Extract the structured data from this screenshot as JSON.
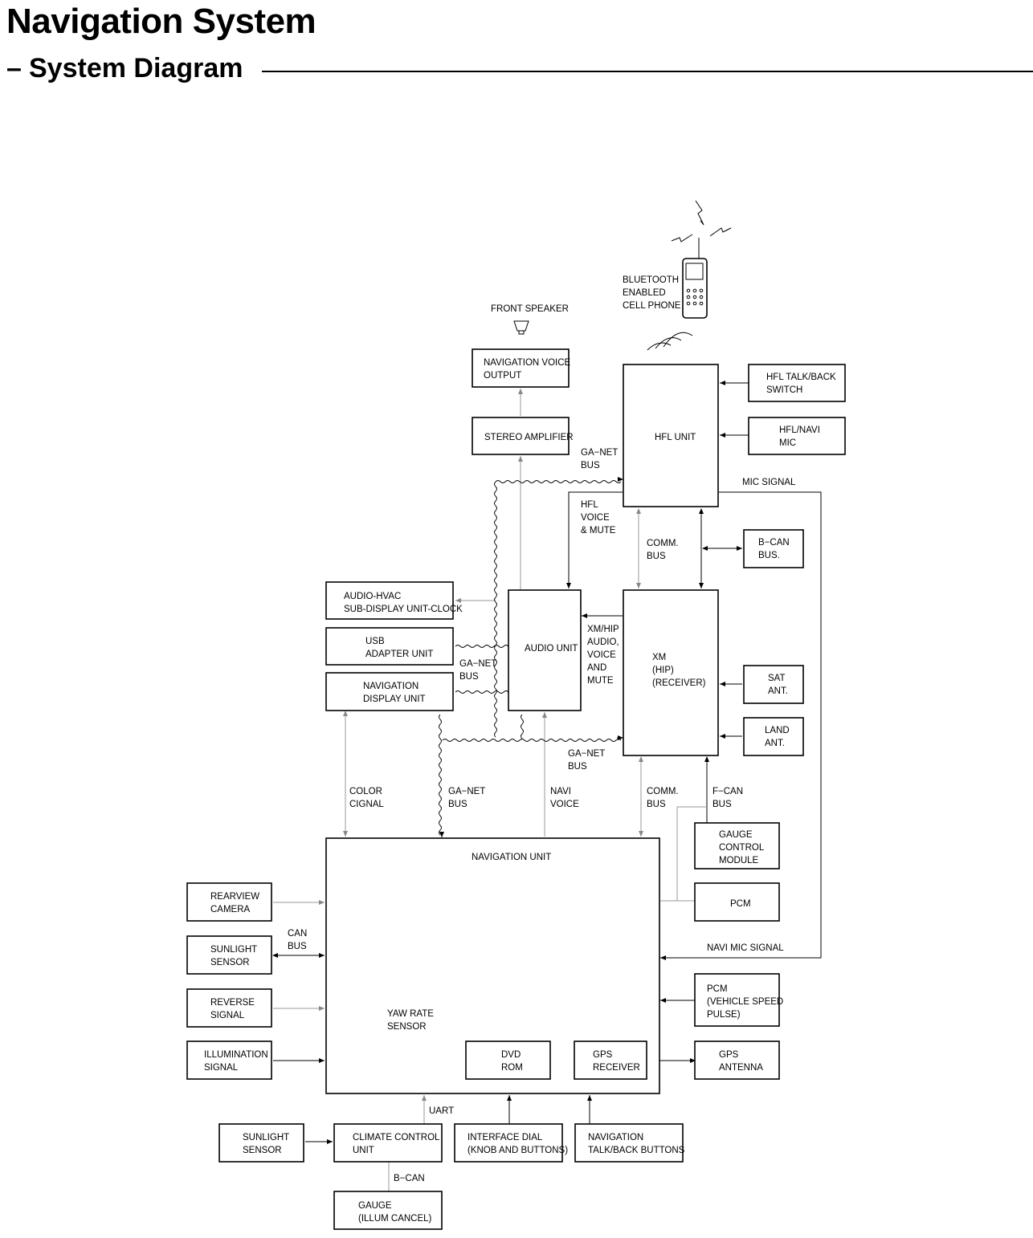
{
  "header": {
    "title": "Navigation System",
    "subtitle_dash": "–",
    "subtitle": "System Diagram"
  },
  "boxes": {
    "nav_voice_output": [
      "NAVIGATION VOICE",
      "OUTPUT"
    ],
    "stereo_amplifier": [
      "STEREO AMPLIFIER"
    ],
    "hfl_unit": [
      "HFL UNIT"
    ],
    "hfl_talk_back_switch": [
      "HFL TALK/BACK",
      "SWITCH"
    ],
    "hfl_navi_mic": [
      "HFL/NAVI",
      "MIC"
    ],
    "b_can_bus_box": [
      "B−CAN",
      "BUS."
    ],
    "xm_receiver": [
      "XM",
      "(HIP)",
      "(RECEIVER)"
    ],
    "sat_ant": [
      "SAT",
      "ANT."
    ],
    "land_ant": [
      "LAND",
      "ANT."
    ],
    "audio_unit": [
      "AUDIO UNIT"
    ],
    "audio_hvac": [
      "AUDIO-HVAC",
      "SUB-DISPLAY UNIT-CLOCK"
    ],
    "usb_adapter": [
      "USB",
      "ADAPTER UNIT"
    ],
    "nav_display": [
      "NAVIGATION",
      "DISPLAY UNIT"
    ],
    "gauge_control_module": [
      "GAUGE",
      "CONTROL",
      "MODULE"
    ],
    "pcm": [
      "PCM"
    ],
    "navigation_unit": [
      "NAVIGATION UNIT"
    ],
    "rearview_camera": [
      "REARVIEW",
      "CAMERA"
    ],
    "sunlight_sensor_left": [
      "SUNLIGHT",
      "SENSOR"
    ],
    "reverse_signal": [
      "REVERSE",
      "SIGNAL"
    ],
    "illumination_signal": [
      "ILLUMINATION",
      "SIGNAL"
    ],
    "pcm_speed": [
      "PCM",
      "(VEHICLE SPEED",
      "PULSE)"
    ],
    "gps_antenna": [
      "GPS",
      "ANTENNA"
    ],
    "dvd_rom": [
      "DVD",
      "ROM"
    ],
    "gps_receiver": [
      "GPS",
      "RECEIVER"
    ],
    "sunlight_sensor_bottom": [
      "SUNLIGHT",
      "SENSOR"
    ],
    "climate_control": [
      "CLIMATE CONTROL",
      "UNIT"
    ],
    "interface_dial": [
      "INTERFACE DIAL",
      "(KNOB AND BUTTONS)"
    ],
    "nav_talk_back": [
      "NAVIGATION",
      "TALK/BACK BUTTONS"
    ],
    "gauge_illum": [
      "GAUGE",
      "(ILLUM CANCEL)"
    ]
  },
  "labels": {
    "front_speaker": [
      "FRONT SPEAKER"
    ],
    "bluetooth_phone": [
      "BLUETOOTH",
      "ENABLED",
      "CELL PHONE"
    ],
    "ga_net_bus_top": [
      "GA−NET",
      "BUS"
    ],
    "mic_signal": [
      "MIC SIGNAL"
    ],
    "hfl_voice_mute": [
      "HFL",
      "VOICE",
      "& MUTE"
    ],
    "comm_bus_upper": [
      "COMM.",
      "BUS"
    ],
    "xm_hip_audio": [
      "XM/HIP",
      "AUDIO,",
      "VOICE",
      "AND",
      "MUTE"
    ],
    "ga_net_bus_mid": [
      "GA−NET",
      "BUS"
    ],
    "ga_net_bus_lower": [
      "GA−NET",
      "BUS"
    ],
    "color_signal": [
      "COLOR",
      "CIGNAL"
    ],
    "ga_net_bus_nav": [
      "GA−NET",
      "BUS"
    ],
    "navi_voice": [
      "NAVI",
      "VOICE"
    ],
    "comm_bus_lower": [
      "COMM.",
      "BUS"
    ],
    "f_can_bus": [
      "F−CAN",
      "BUS"
    ],
    "can_bus": [
      "CAN",
      "BUS"
    ],
    "navi_mic_signal": [
      "NAVI MIC SIGNAL"
    ],
    "yaw_rate_sensor": [
      "YAW RATE",
      "SENSOR"
    ],
    "uart": [
      "UART"
    ],
    "b_can_bottom": [
      "B−CAN"
    ]
  }
}
